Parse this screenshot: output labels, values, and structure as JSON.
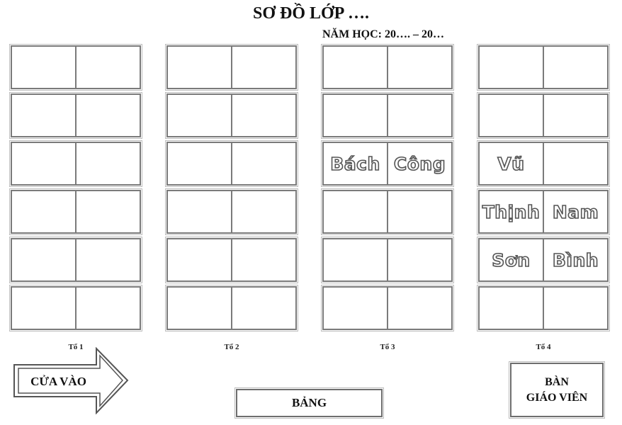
{
  "title": "SƠ ĐỒ LỚP ….",
  "subtitle": "NĂM HỌC: 20…. – 20…",
  "groups": [
    {
      "label": "Tổ 1",
      "rows": [
        [
          "",
          ""
        ],
        [
          "",
          ""
        ],
        [
          "",
          ""
        ],
        [
          "",
          ""
        ],
        [
          "",
          ""
        ],
        [
          "",
          ""
        ]
      ]
    },
    {
      "label": "Tổ 2",
      "rows": [
        [
          "",
          ""
        ],
        [
          "",
          ""
        ],
        [
          "",
          ""
        ],
        [
          "",
          ""
        ],
        [
          "",
          ""
        ],
        [
          "",
          ""
        ]
      ]
    },
    {
      "label": "Tổ 3",
      "rows": [
        [
          "",
          ""
        ],
        [
          "",
          ""
        ],
        [
          "Bách",
          "Công"
        ],
        [
          "",
          ""
        ],
        [
          "",
          ""
        ],
        [
          "",
          ""
        ]
      ]
    },
    {
      "label": "Tổ 4",
      "rows": [
        [
          "",
          ""
        ],
        [
          "",
          ""
        ],
        [
          "Vũ",
          ""
        ],
        [
          "Thịnh",
          "Nam"
        ],
        [
          "Sơn",
          "Bình"
        ],
        [
          "",
          ""
        ]
      ]
    }
  ],
  "door_label": "CỬA VÀO",
  "board_label": "BẢNG",
  "teacher_desk": {
    "line1": "BÀN",
    "line2": "GIÁO VIÊN"
  }
}
